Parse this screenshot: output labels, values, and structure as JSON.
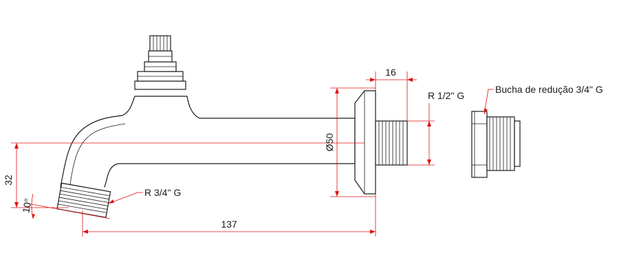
{
  "colors": {
    "outline": "#1a1a1a",
    "dimension": "#e01010",
    "background": "#ffffff"
  },
  "labels": {
    "height": "32",
    "angle": "10°",
    "thread_inlet": "R 3/4\" G",
    "length": "137",
    "diameter": "Ø50",
    "width": "16",
    "thread_outlet": "R 1/2\" G",
    "bushing": "Bucha de redução 3/4\" G"
  }
}
